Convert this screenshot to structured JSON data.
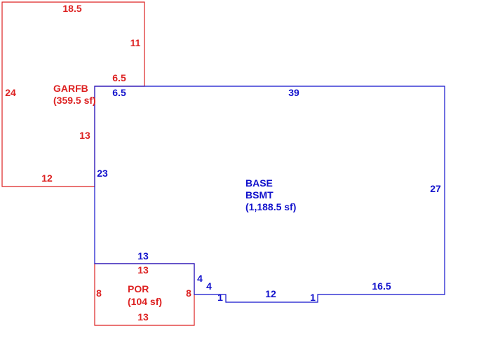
{
  "colors": {
    "garage": "#dd2222",
    "basement": "#1111cc",
    "porch": "#dd2222"
  },
  "garage": {
    "name": "GARFB",
    "area": "(359.5 sf)",
    "dims": {
      "top": "18.5",
      "right_upper": "11",
      "step": "6.5",
      "left": "24",
      "inner": "13",
      "bottom": "12"
    }
  },
  "basement": {
    "name": "BASE",
    "subname": "BSMT",
    "area": "(1,188.5 sf)",
    "dims": {
      "top": "39",
      "top_left": "6.5",
      "left": "23",
      "right": "27",
      "bottom_left": "13",
      "notch_left_height": "4",
      "notch_left_run": "4",
      "jog_left": "1",
      "notch_bottom": "12",
      "jog_right": "1",
      "bottom_right": "16.5"
    }
  },
  "porch": {
    "name": "POR",
    "area": "(104 sf)",
    "dims": {
      "top": "13",
      "left": "8",
      "right": "8",
      "bottom": "13"
    }
  }
}
